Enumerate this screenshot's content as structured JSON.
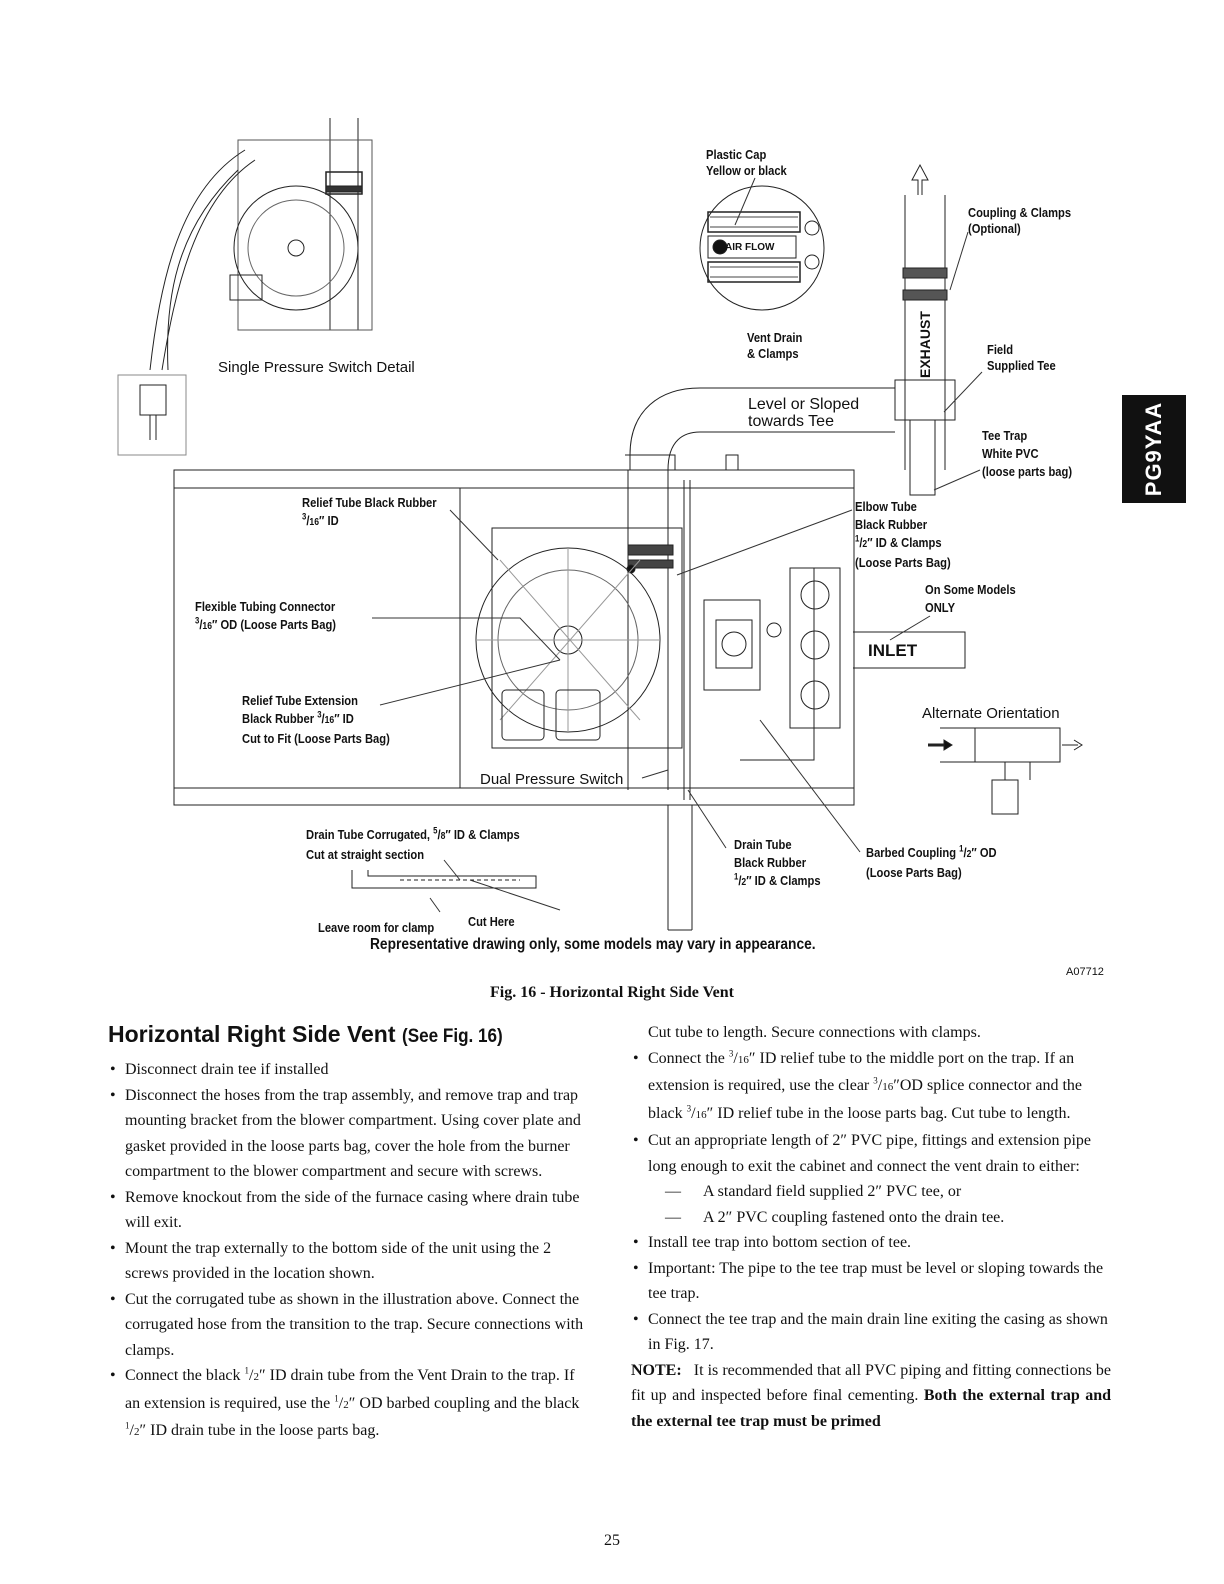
{
  "side_tab": "PG9YAA",
  "figure": {
    "labels": {
      "plastic_cap": [
        "Plastic Cap",
        "Yellow or black"
      ],
      "coupling": [
        "Coupling & Clamps",
        "(Optional)"
      ],
      "airflow": "AIR FLOW",
      "exhaust": "EXHAUST",
      "vent_drain": [
        "Vent Drain",
        "& Clamps"
      ],
      "field_tee": [
        "Field",
        "Supplied Tee"
      ],
      "single_switch": "Single Pressure Switch  Detail",
      "level": [
        "Level or Sloped",
        "towards Tee"
      ],
      "tee_trap": [
        "Tee Trap",
        "White PVC",
        "(loose parts bag)"
      ],
      "relief_tube_1": "Relief Tube Black Rubber",
      "relief_tube_2": "ID",
      "elbow_tube": [
        "Elbow Tube",
        "Black Rubber",
        "ID & Clamps",
        "(Loose Parts Bag)"
      ],
      "on_some_models": [
        "On Some Models",
        "ONLY"
      ],
      "flex_tubing_1": "Flexible Tubing Connector",
      "flex_tubing_2": "OD (Loose Parts Bag)",
      "inlet": "INLET",
      "relief_ext": [
        "Relief Tube Extension",
        "Black Rubber",
        "ID",
        "Cut to Fit (Loose Parts Bag)"
      ],
      "alt_orientation": "Alternate  Orientation",
      "dual_switch": "Dual Pressure Switch",
      "drain_corr_1": "Drain Tube Corrugated,",
      "drain_corr_2": "ID & Clamps",
      "drain_corr_3": "Cut at straight section",
      "drain_tube": [
        "Drain Tube",
        "Black Rubber",
        "ID & Clamps"
      ],
      "barbed": [
        "Barbed Coupling",
        "OD",
        "(Loose Parts Bag)"
      ],
      "leave_room": "Leave room for clamp",
      "cut_here": "Cut Here",
      "representative": "Representative drawing only, some models may vary in appearance."
    },
    "fractions": {
      "three_sixteenths": [
        "3",
        "16"
      ],
      "one_half": [
        "1",
        "2"
      ],
      "five_eighths": [
        "5",
        "8"
      ]
    },
    "code": "A07712",
    "caption": "Fig. 16 - Horizontal Right Side Vent"
  },
  "section": {
    "title": "Horizontal Right Side Vent",
    "see": "(See Fig. 16)",
    "left_bullets": [
      "Disconnect drain tee if installed",
      "Disconnect the hoses from the trap assembly, and remove trap and trap mounting bracket from the blower compartment. Using cover plate and gasket provided in the loose parts bag, cover the hole from the burner compartment to the blower compartment and secure with screws.",
      "Remove knockout from the side of the furnace casing where drain tube will exit.",
      "Mount the trap externally to the bottom side of the unit using the 2 screws provided in the location shown.",
      "Cut the corrugated tube as shown in the illustration above. Connect the corrugated hose from the transition to the trap. Secure connections with clamps."
    ],
    "black_drain_a": "Connect the black",
    "black_drain_b": "ID drain tube from the Vent Drain to the trap.  If an extension is required, use the",
    "black_drain_c": "OD barbed coupling and the black",
    "black_drain_d": "ID drain tube in the loose parts bag.",
    "right_cont": "Cut tube to length.  Secure connections with clamps.",
    "relief_a": "Connect the",
    "relief_b": "ID relief tube to the middle port on the trap. If an extension is required, use the clear",
    "relief_c": "OD splice connector and the black",
    "relief_d": "ID relief tube in the loose parts bag.  Cut tube to length.",
    "pvc_cut": "Cut an appropriate length of 2″  PVC pipe, fittings and extension pipe long enough to exit the cabinet and connect the vent drain to either:",
    "dash1": "A standard field supplied 2″ PVC tee, or",
    "dash2": "A 2″ PVC coupling fastened onto the drain tee.",
    "right_bullets": [
      "Install tee trap into bottom section of tee.",
      "Important:  The pipe to the tee trap must be level or sloping towards the tee trap.",
      "Connect the tee trap and the main drain line exiting the casing as shown in Fig. 17."
    ],
    "note_label": "NOTE:",
    "note_text": "It is recommended that all PVC piping and fitting connections be fit up and inspected before final cementing.",
    "note_bold": "Both the external trap and the external tee trap must be primed"
  },
  "page_number": "25"
}
